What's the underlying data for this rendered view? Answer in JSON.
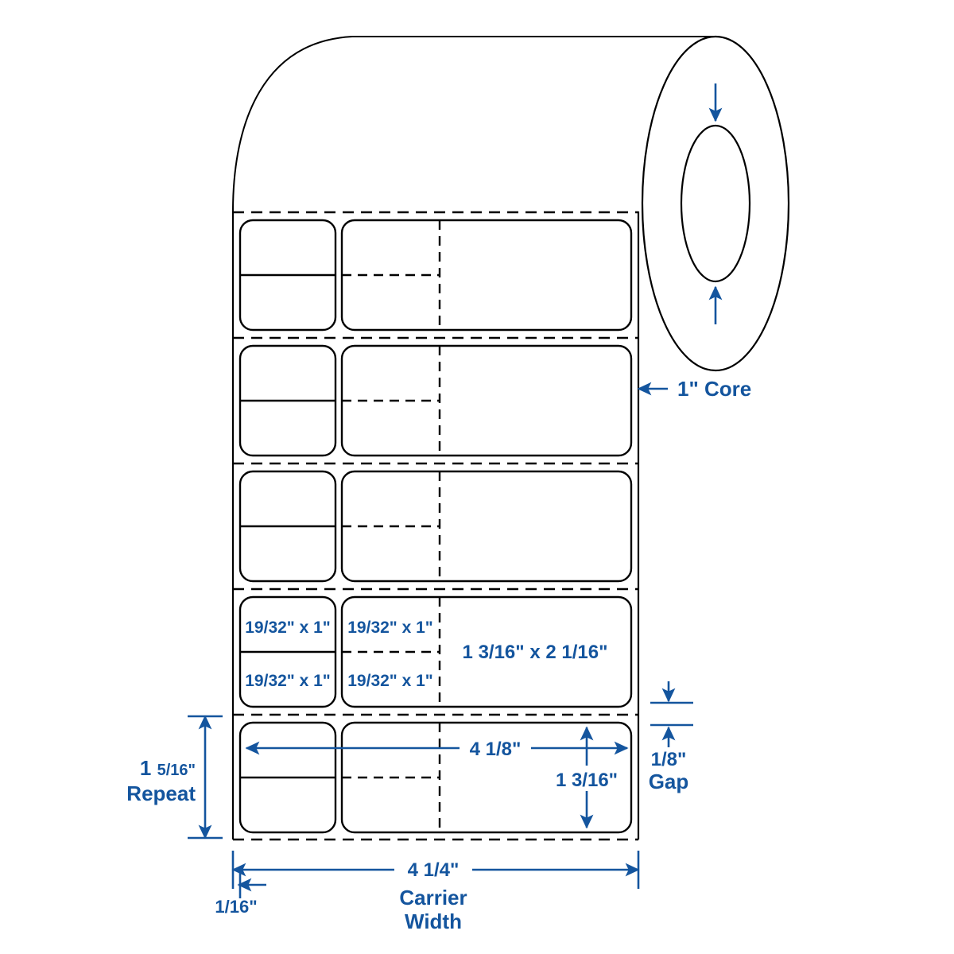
{
  "diagram": {
    "title": "Label roll layout diagram",
    "accent_color": "#14559E",
    "line_color": "#000000",
    "background": "#ffffff",
    "annotations": {
      "core": "1\" Core",
      "repeat_value": "1 5/16\"",
      "repeat_label": "Repeat",
      "gap_value": "1/8\"",
      "gap_label": "Gap",
      "carrier_value": "4 1/4\"",
      "carrier_label_line1": "Carrier",
      "carrier_label_line2": "Width",
      "edge_margin": "1/16\"",
      "label_width": "4 1/8\"",
      "label_height": "1 3/16\"",
      "small_label_size": "19/32\" x 1\"",
      "large_label_size": "1 3/16\" x 2 1/16\""
    },
    "small_label_cells": [
      "19/32\" x 1\"",
      "19/32\" x 1\"",
      "19/32\" x 1\"",
      "19/32\" x 1\""
    ],
    "icons": {
      "arrow_down": "arrow-down-icon",
      "arrow_up": "arrow-up-icon",
      "arrow_left": "arrow-left-icon",
      "arrow_right": "arrow-right-icon"
    }
  }
}
